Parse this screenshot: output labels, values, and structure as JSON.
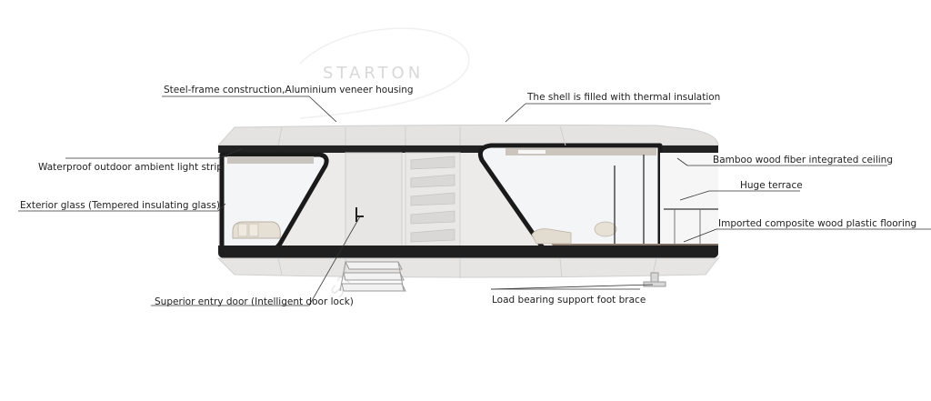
{
  "watermark": {
    "text": "STARTON"
  },
  "labels": {
    "steel_frame": "Steel-frame construction,Aluminium veneer housing",
    "thermal": "The shell is filled with thermal insulation",
    "light_strip": "Waterproof outdoor ambient light strip",
    "bamboo": "Bamboo wood fiber integrated ceiling",
    "terrace": "Huge terrace",
    "exterior_glass": "Exterior glass (Tempered insulating glass)",
    "flooring": "Imported composite wood plastic flooring",
    "entry_door": "Superior entry door (Intelligent door lock)",
    "foot_brace": "Load bearing support foot brace"
  },
  "colors": {
    "shell": "#ecebea",
    "trim": "#1f1f1f",
    "glass": "#f2f3f4",
    "floor": "#8a7a6e",
    "leader": "#333333"
  }
}
